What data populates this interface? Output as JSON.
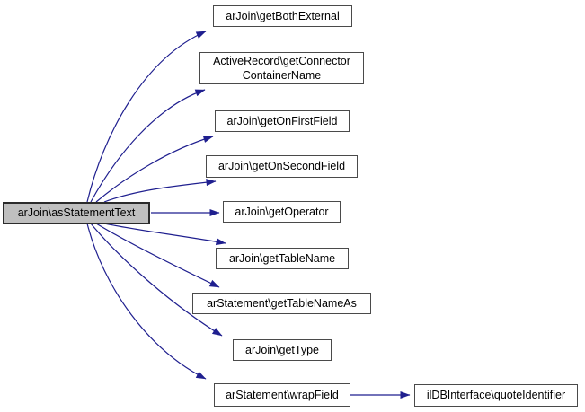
{
  "diagram": {
    "type": "call-graph",
    "colors": {
      "edge": "#1f1f8f",
      "node_border": "#4a4a4a",
      "node_fill": "#ffffff",
      "highlight_fill": "#bfbfbf",
      "text": "#000000",
      "background": "#ffffff"
    },
    "nodes": {
      "main": {
        "label": "arJoin\\asStatementText",
        "highlighted": true
      },
      "getBothExternal": {
        "label": "arJoin\\getBothExternal"
      },
      "getConnector": {
        "label": "ActiveRecord\\getConnector\nContainerName"
      },
      "getOnFirstField": {
        "label": "arJoin\\getOnFirstField"
      },
      "getOnSecondField": {
        "label": "arJoin\\getOnSecondField"
      },
      "getOperator": {
        "label": "arJoin\\getOperator"
      },
      "getTableName": {
        "label": "arJoin\\getTableName"
      },
      "getTableNameAs": {
        "label": "arStatement\\getTableNameAs"
      },
      "getType": {
        "label": "arJoin\\getType"
      },
      "wrapField": {
        "label": "arStatement\\wrapField"
      },
      "quoteIdentifier": {
        "label": "ilDBInterface\\quoteIdentifier"
      }
    },
    "edges": [
      {
        "from": "arJoin\\asStatementText",
        "to": "arJoin\\getBothExternal"
      },
      {
        "from": "arJoin\\asStatementText",
        "to": "ActiveRecord\\getConnectorContainerName"
      },
      {
        "from": "arJoin\\asStatementText",
        "to": "arJoin\\getOnFirstField"
      },
      {
        "from": "arJoin\\asStatementText",
        "to": "arJoin\\getOnSecondField"
      },
      {
        "from": "arJoin\\asStatementText",
        "to": "arJoin\\getOperator"
      },
      {
        "from": "arJoin\\asStatementText",
        "to": "arJoin\\getTableName"
      },
      {
        "from": "arJoin\\asStatementText",
        "to": "arStatement\\getTableNameAs"
      },
      {
        "from": "arJoin\\asStatementText",
        "to": "arJoin\\getType"
      },
      {
        "from": "arJoin\\asStatementText",
        "to": "arStatement\\wrapField"
      },
      {
        "from": "arStatement\\wrapField",
        "to": "ilDBInterface\\quoteIdentifier"
      }
    ]
  }
}
